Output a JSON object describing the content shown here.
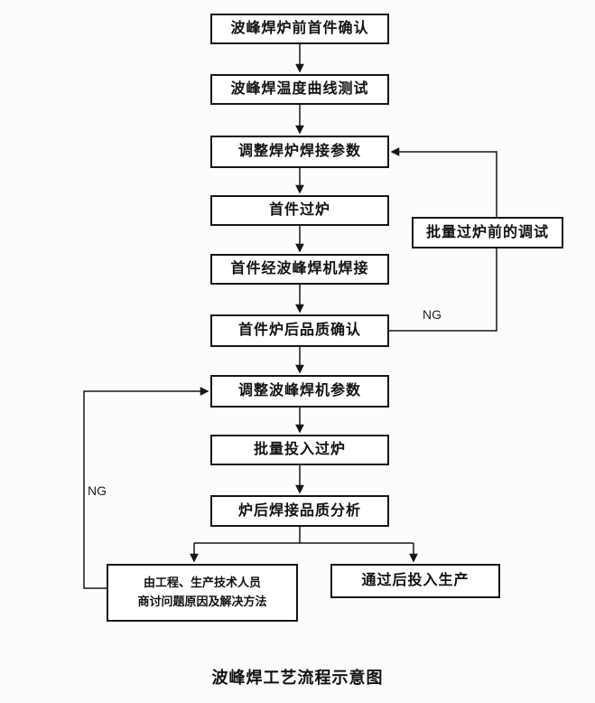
{
  "diagram_title": "波峰焊工艺流程示意图",
  "nodes": {
    "pre_furnace_first_check": "波峰焊炉前首件确认",
    "temperature_curve_test": "波峰焊温度曲线测试",
    "adjust_furnace_welding_params": "调整焊炉焊接参数",
    "first_piece_through_furnace": "首件过炉",
    "first_piece_wave_soldered": "首件经波峰焊机焊接",
    "first_piece_post_furnace_quality_check": "首件炉后品质确认",
    "adjust_wave_solder_machine_params": "调整波峰焊机参数",
    "batch_into_furnace": "批量投入过炉",
    "post_furnace_quality_analysis": "炉后焊接品质分析",
    "debug_before_batch_furnace": "批量过炉前的调试",
    "discuss_solution_line1": "由工程、生产技术人员",
    "discuss_solution_line2": "商讨问题原因及解决方法",
    "into_production_after_pass": "通过后投入生产"
  },
  "edge_labels": {
    "ng_right": "NG",
    "ng_left": "NG"
  }
}
